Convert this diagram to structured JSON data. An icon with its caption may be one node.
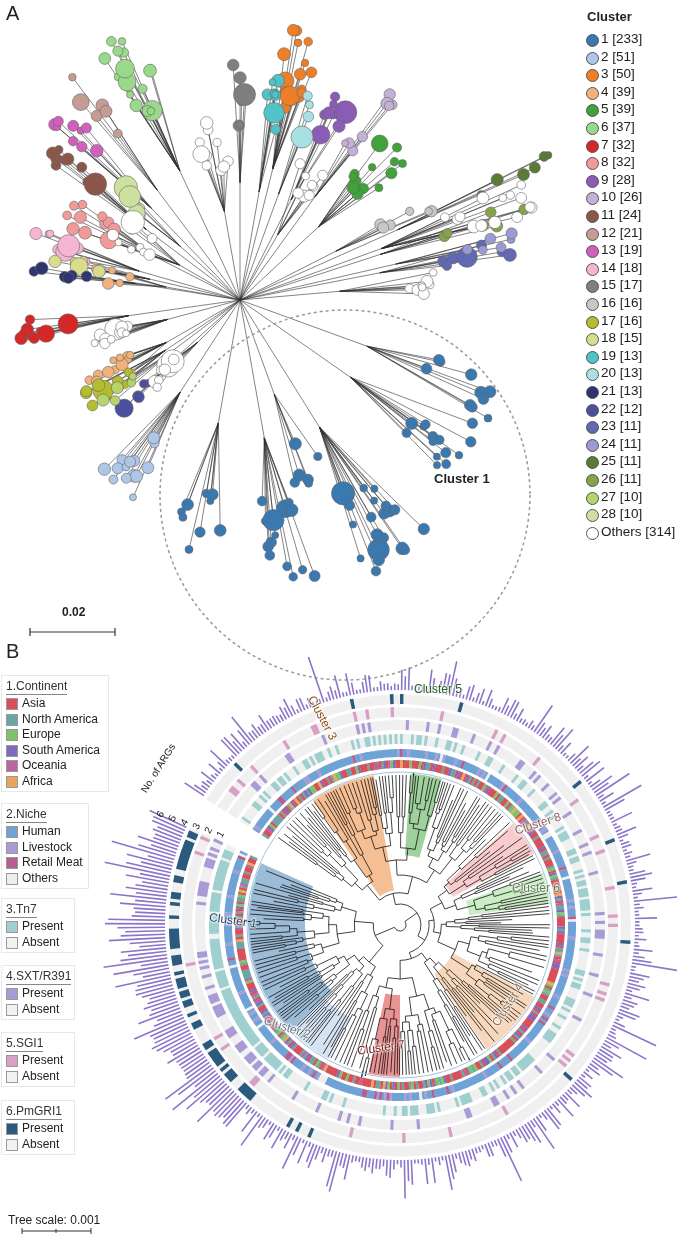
{
  "diagram": {
    "labels": [
      "A",
      "Cluster",
      "Cluster 1",
      "0.02",
      "B",
      "1.Continent",
      "Cluster 3",
      "Cluster 5",
      "No. of ARGs",
      "6",
      "5",
      "4",
      "3",
      "2",
      "1",
      "2.Niche",
      "Cluster 8",
      "Cluster 6",
      "3.Tn7",
      "Cluster 1",
      "4.SXT/R391",
      "5.SGI1",
      "Cluster 2",
      "Cluster 7",
      "Cluster 4",
      "6.PmGRI1",
      "Tree scale: 0.001"
    ],
    "legend": [
      {
        "text": "1 [233]",
        "color": "#3a78b0"
      },
      {
        "text": "2 [51]",
        "color": "#aec7e8"
      },
      {
        "text": "3 [50]",
        "color": "#ee7f27"
      },
      {
        "text": "4 [39]",
        "color": "#f0b27a"
      },
      {
        "text": "5 [39]",
        "color": "#3fa33a"
      },
      {
        "text": "6 [37]",
        "color": "#98d98a"
      },
      {
        "text": "7 [32]",
        "color": "#d62728"
      },
      {
        "text": "8 [32]",
        "color": "#f29a9a"
      },
      {
        "text": "9 [28]",
        "color": "#8a5cb5"
      },
      {
        "text": "10 [26]",
        "color": "#c5b0d5"
      },
      {
        "text": "11 [24]",
        "color": "#8c564b"
      },
      {
        "text": "12 [21]",
        "color": "#c49c94"
      },
      {
        "text": "13 [19]",
        "color": "#d05fbd"
      },
      {
        "text": "14 [18]",
        "color": "#f5b6d2"
      },
      {
        "text": "15 [17]",
        "color": "#7f7f7f"
      },
      {
        "text": "16 [16]",
        "color": "#c7c7c7"
      },
      {
        "text": "17 [16]",
        "color": "#b5bd2e"
      },
      {
        "text": "18 [15]",
        "color": "#d9dc8d"
      },
      {
        "text": "19 [13]",
        "color": "#4fc3c7"
      },
      {
        "text": "20 [13]",
        "color": "#a8e0e3"
      },
      {
        "text": "21 [13]",
        "color": "#2e3570"
      },
      {
        "text": "22 [12]",
        "color": "#4a4f9e"
      },
      {
        "text": "23 [11]",
        "color": "#6269b3"
      },
      {
        "text": "24 [11]",
        "color": "#9a9bd4"
      },
      {
        "text": "25 [11]",
        "color": "#5a7a35"
      },
      {
        "text": "26 [11]",
        "color": "#86a24a"
      },
      {
        "text": "27 [10]",
        "color": "#b5d46a"
      },
      {
        "text": "28 [10]",
        "color": "#cde0a0"
      },
      {
        "text": "Others [314]",
        "color": "#ffffff"
      },
      {
        "text": "Asia",
        "color": "#d9505a"
      },
      {
        "text": "North America",
        "color": "#6aa6a6"
      },
      {
        "text": "Europe",
        "color": "#7cc36a"
      },
      {
        "text": "South America",
        "color": "#7e6bbf"
      },
      {
        "text": "Oceania",
        "color": "#b9669e"
      },
      {
        "text": "Africa",
        "color": "#e8a55c"
      },
      {
        "text": "Human",
        "color": "#6fa3d6"
      },
      {
        "text": "Livestock",
        "color": "#a99bd6"
      },
      {
        "text": "Retail Meat",
        "color": "#b65e8e"
      },
      {
        "text": "Others",
        "color": "#eeeeee"
      },
      {
        "text": "Present",
        "color": "#9fcfcf"
      },
      {
        "text": "Absent",
        "color": "#f2f2f2"
      },
      {
        "text": "Present",
        "color": "#a99bd6"
      },
      {
        "text": "Absent",
        "color": "#f2f2f2"
      },
      {
        "text": "Present",
        "color": "#d8a0c4"
      },
      {
        "text": "Absent",
        "color": "#f2f2f2"
      },
      {
        "text": "Present",
        "color": "#2a5a7e"
      },
      {
        "text": "Absent",
        "color": "#f2f2f2"
      }
    ]
  }
}
